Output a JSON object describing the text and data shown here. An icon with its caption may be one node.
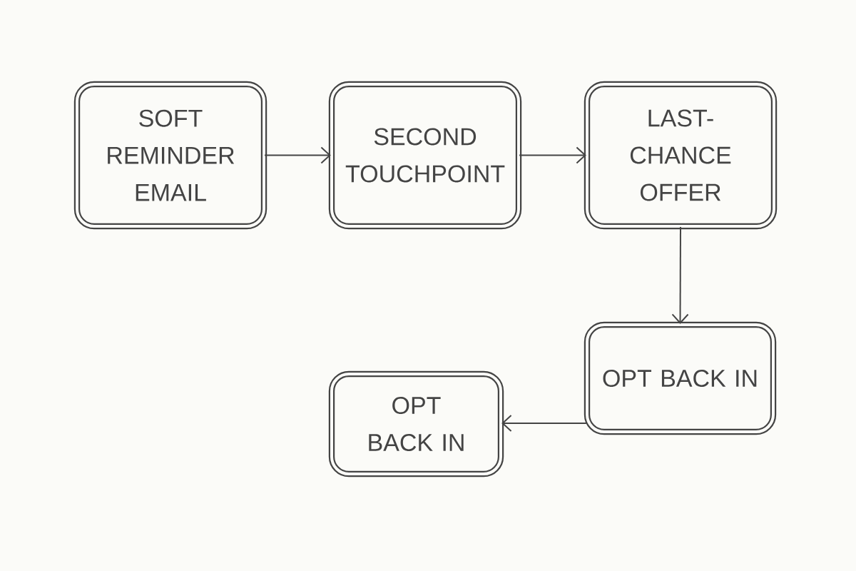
{
  "diagram": {
    "nodes": [
      {
        "text": [
          "SOFT REMINDER EMAIL"
        ]
      },
      {
        "text": [
          "SECOND TOUCHPOINT"
        ]
      },
      {
        "text": [
          "LAST-CHANCE OFFER"
        ]
      },
      {
        "text": [
          "OPT BACK IN"
        ]
      },
      {
        "text": [
          "OPT BACK IN"
        ]
      }
    ],
    "edges": [
      {
        "from": 0,
        "to": 1,
        "arrow": "to"
      },
      {
        "from": 1,
        "to": 2,
        "arrow": "to"
      },
      {
        "from": 2,
        "to": 3,
        "arrow": "to"
      },
      {
        "from": 3,
        "to": 4,
        "arrow": "to"
      }
    ]
  }
}
